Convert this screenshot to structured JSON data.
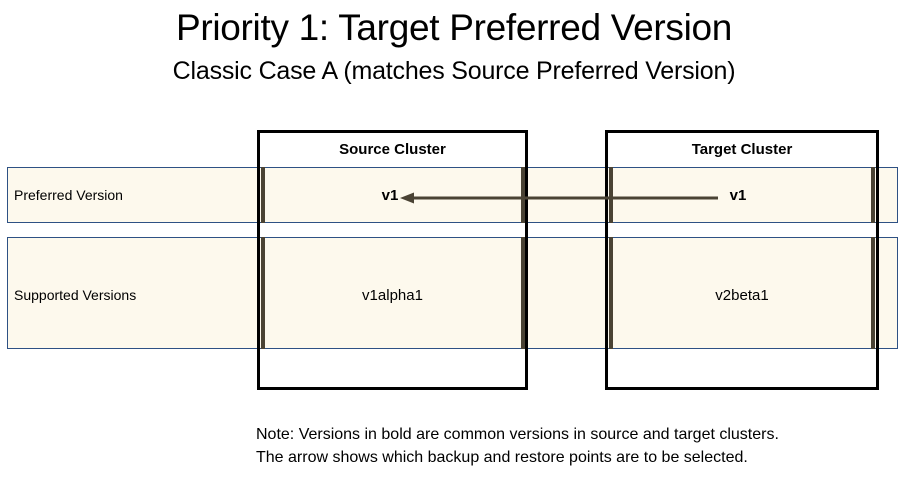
{
  "slide": {
    "title": "Priority 1: Target Preferred Version",
    "subtitle": "Classic Case A (matches Source Preferred Version)"
  },
  "diagram": {
    "columns": [
      {
        "id": "source",
        "header": "Source Cluster"
      },
      {
        "id": "target",
        "header": "Target Cluster"
      }
    ],
    "rows": [
      {
        "id": "preferred-version",
        "label": "Preferred Version",
        "source_value": "v1",
        "target_value": "v1",
        "emphasis": "bold"
      },
      {
        "id": "supported-versions",
        "label": "Supported Versions",
        "source_value": "v1alpha1",
        "target_value": "v2beta1",
        "emphasis": "normal"
      }
    ],
    "arrow": {
      "id": "target-to-source-arrow",
      "direction": "right-to-left",
      "from": "target-preferred-version",
      "to": "source-preferred-version",
      "color": "#4a4334"
    },
    "colors": {
      "highlight_band_fill": "#fdf9ed",
      "highlight_band_border": "#2e5184",
      "cluster_border": "#000000",
      "separator": "#4a4334"
    }
  },
  "note": {
    "line1": "Note: Versions in bold are common versions in source and target clusters.",
    "line2": "The arrow shows which backup and restore points are to be selected."
  }
}
